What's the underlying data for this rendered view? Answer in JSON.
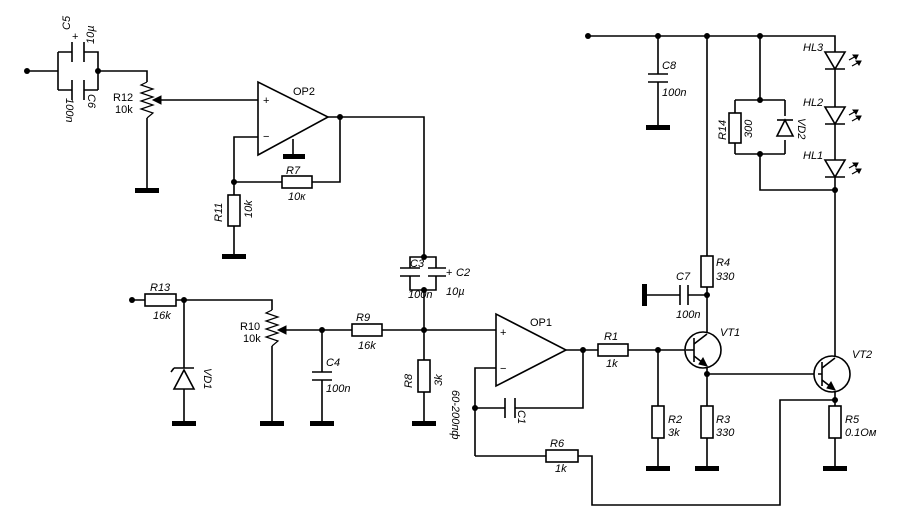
{
  "components": {
    "c5": {
      "ref": "C5",
      "value": "10µ"
    },
    "c6": {
      "ref": "C6",
      "value": "100n"
    },
    "r12": {
      "ref": "R12",
      "value": "10k"
    },
    "op2": {
      "ref": "OP2"
    },
    "r7": {
      "ref": "R7",
      "value": "10к"
    },
    "r11": {
      "ref": "R11",
      "value": "10k"
    },
    "c8": {
      "ref": "C8",
      "value": "100n"
    },
    "hl3": {
      "ref": "HL3"
    },
    "hl2": {
      "ref": "HL2"
    },
    "hl1": {
      "ref": "HL1"
    },
    "r14": {
      "ref": "R14",
      "value": "300"
    },
    "vd2": {
      "ref": "VD2"
    },
    "c3": {
      "ref": "C3",
      "value": "100n"
    },
    "c2": {
      "ref": "C2",
      "value": "10µ"
    },
    "r4": {
      "ref": "R4",
      "value": "330"
    },
    "c7": {
      "ref": "C7",
      "value": "100n"
    },
    "r13": {
      "ref": "R13",
      "value": "16k"
    },
    "r10": {
      "ref": "R10",
      "value": "10k"
    },
    "r9": {
      "ref": "R9",
      "value": "16k"
    },
    "c4": {
      "ref": "C4",
      "value": "100n"
    },
    "vd1": {
      "ref": "VD1"
    },
    "r8": {
      "ref": "R8",
      "value": "3k"
    },
    "op1": {
      "ref": "OP1"
    },
    "c1": {
      "ref": "C1",
      "value": "60-200пф"
    },
    "r1": {
      "ref": "R1",
      "value": "1k"
    },
    "vt1": {
      "ref": "VT1"
    },
    "vt2": {
      "ref": "VT2"
    },
    "r2": {
      "ref": "R2",
      "value": "3k"
    },
    "r3": {
      "ref": "R3",
      "value": "330"
    },
    "r5": {
      "ref": "R5",
      "value": "0.1Ом"
    },
    "r6": {
      "ref": "R6",
      "value": "1k"
    }
  },
  "symbols": {
    "plus": "+",
    "minus": "−"
  }
}
